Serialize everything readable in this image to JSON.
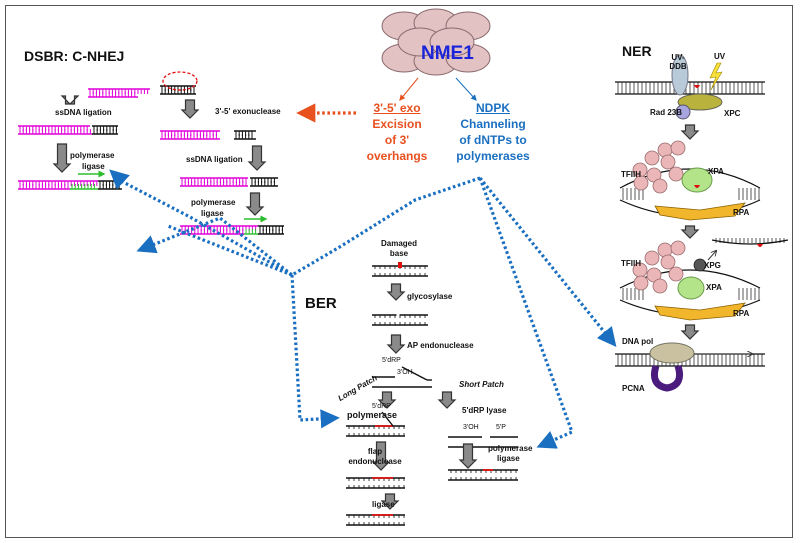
{
  "title": "NME1",
  "sections": {
    "dsbr": "DSBR: C-NHEJ",
    "ner": "NER",
    "ber": "BER"
  },
  "nme1_functions": {
    "exo_title": "3'-5' exo",
    "exo_desc": [
      "Excision",
      "of 3'",
      "overhangs"
    ],
    "ndpk_title": "NDPK",
    "ndpk_desc": [
      "Channeling",
      "of dNTPs to",
      "polymerases"
    ]
  },
  "dsbr_labels": {
    "exonuclease": "3'-5' exonuclease",
    "ssdna_ligation_left": "ssDNA ligation",
    "ssdna_ligation_right": "ssDNA ligation",
    "pol_ligase_left": [
      "polymerase",
      "ligase"
    ],
    "pol_ligase_right": [
      "polymerase",
      "ligase"
    ]
  },
  "ner_labels": {
    "uv_ddb": [
      "UV-",
      "DDB"
    ],
    "uv": "UV",
    "rad23b": "Rad 23B",
    "xpc": "XPC",
    "tfiih_1": "TFIIH",
    "xpa_1": "XPA",
    "rpa_1": "RPA",
    "tfiih_2": "TFIIH",
    "xpg": "XPG",
    "xpa_2": "XPA",
    "rpa_2": "RPA",
    "dna_pol": "DNA pol",
    "pcna": "PCNA"
  },
  "ber_labels": {
    "damaged_base": [
      "Damaged",
      "base"
    ],
    "glycosylase": "glycosylase",
    "ap_endonuclease": "AP endonuclease",
    "drp_top": "5'dRP",
    "oh_top": "3'OH",
    "long_patch": "Long Patch",
    "short_patch": "Short Patch",
    "drp_long": "5'dRP",
    "polymerase_long": "polymerase",
    "drp_lyase": "5'dRP lyase",
    "oh_short": "3'OH",
    "p_short": "5'P",
    "flap_endonuclease": [
      "flap",
      "endonuclease"
    ],
    "pol_ligase_short": [
      "polymerase",
      "ligase"
    ],
    "ligase": "ligase"
  },
  "colors": {
    "magenta": "#e000d8",
    "orange": "#e8501e",
    "blue": "#1a6fc0",
    "nme1_text": "#1a24d8",
    "nme1_fill": "#e3c2c4",
    "red": "#e01010",
    "green": "#2bbd2b",
    "gray_arrow": "#8a8a8a"
  },
  "icons": [
    "gray-down-arrow",
    "dotted-arrow",
    "hexamer-blob",
    "lightning-bolt"
  ]
}
